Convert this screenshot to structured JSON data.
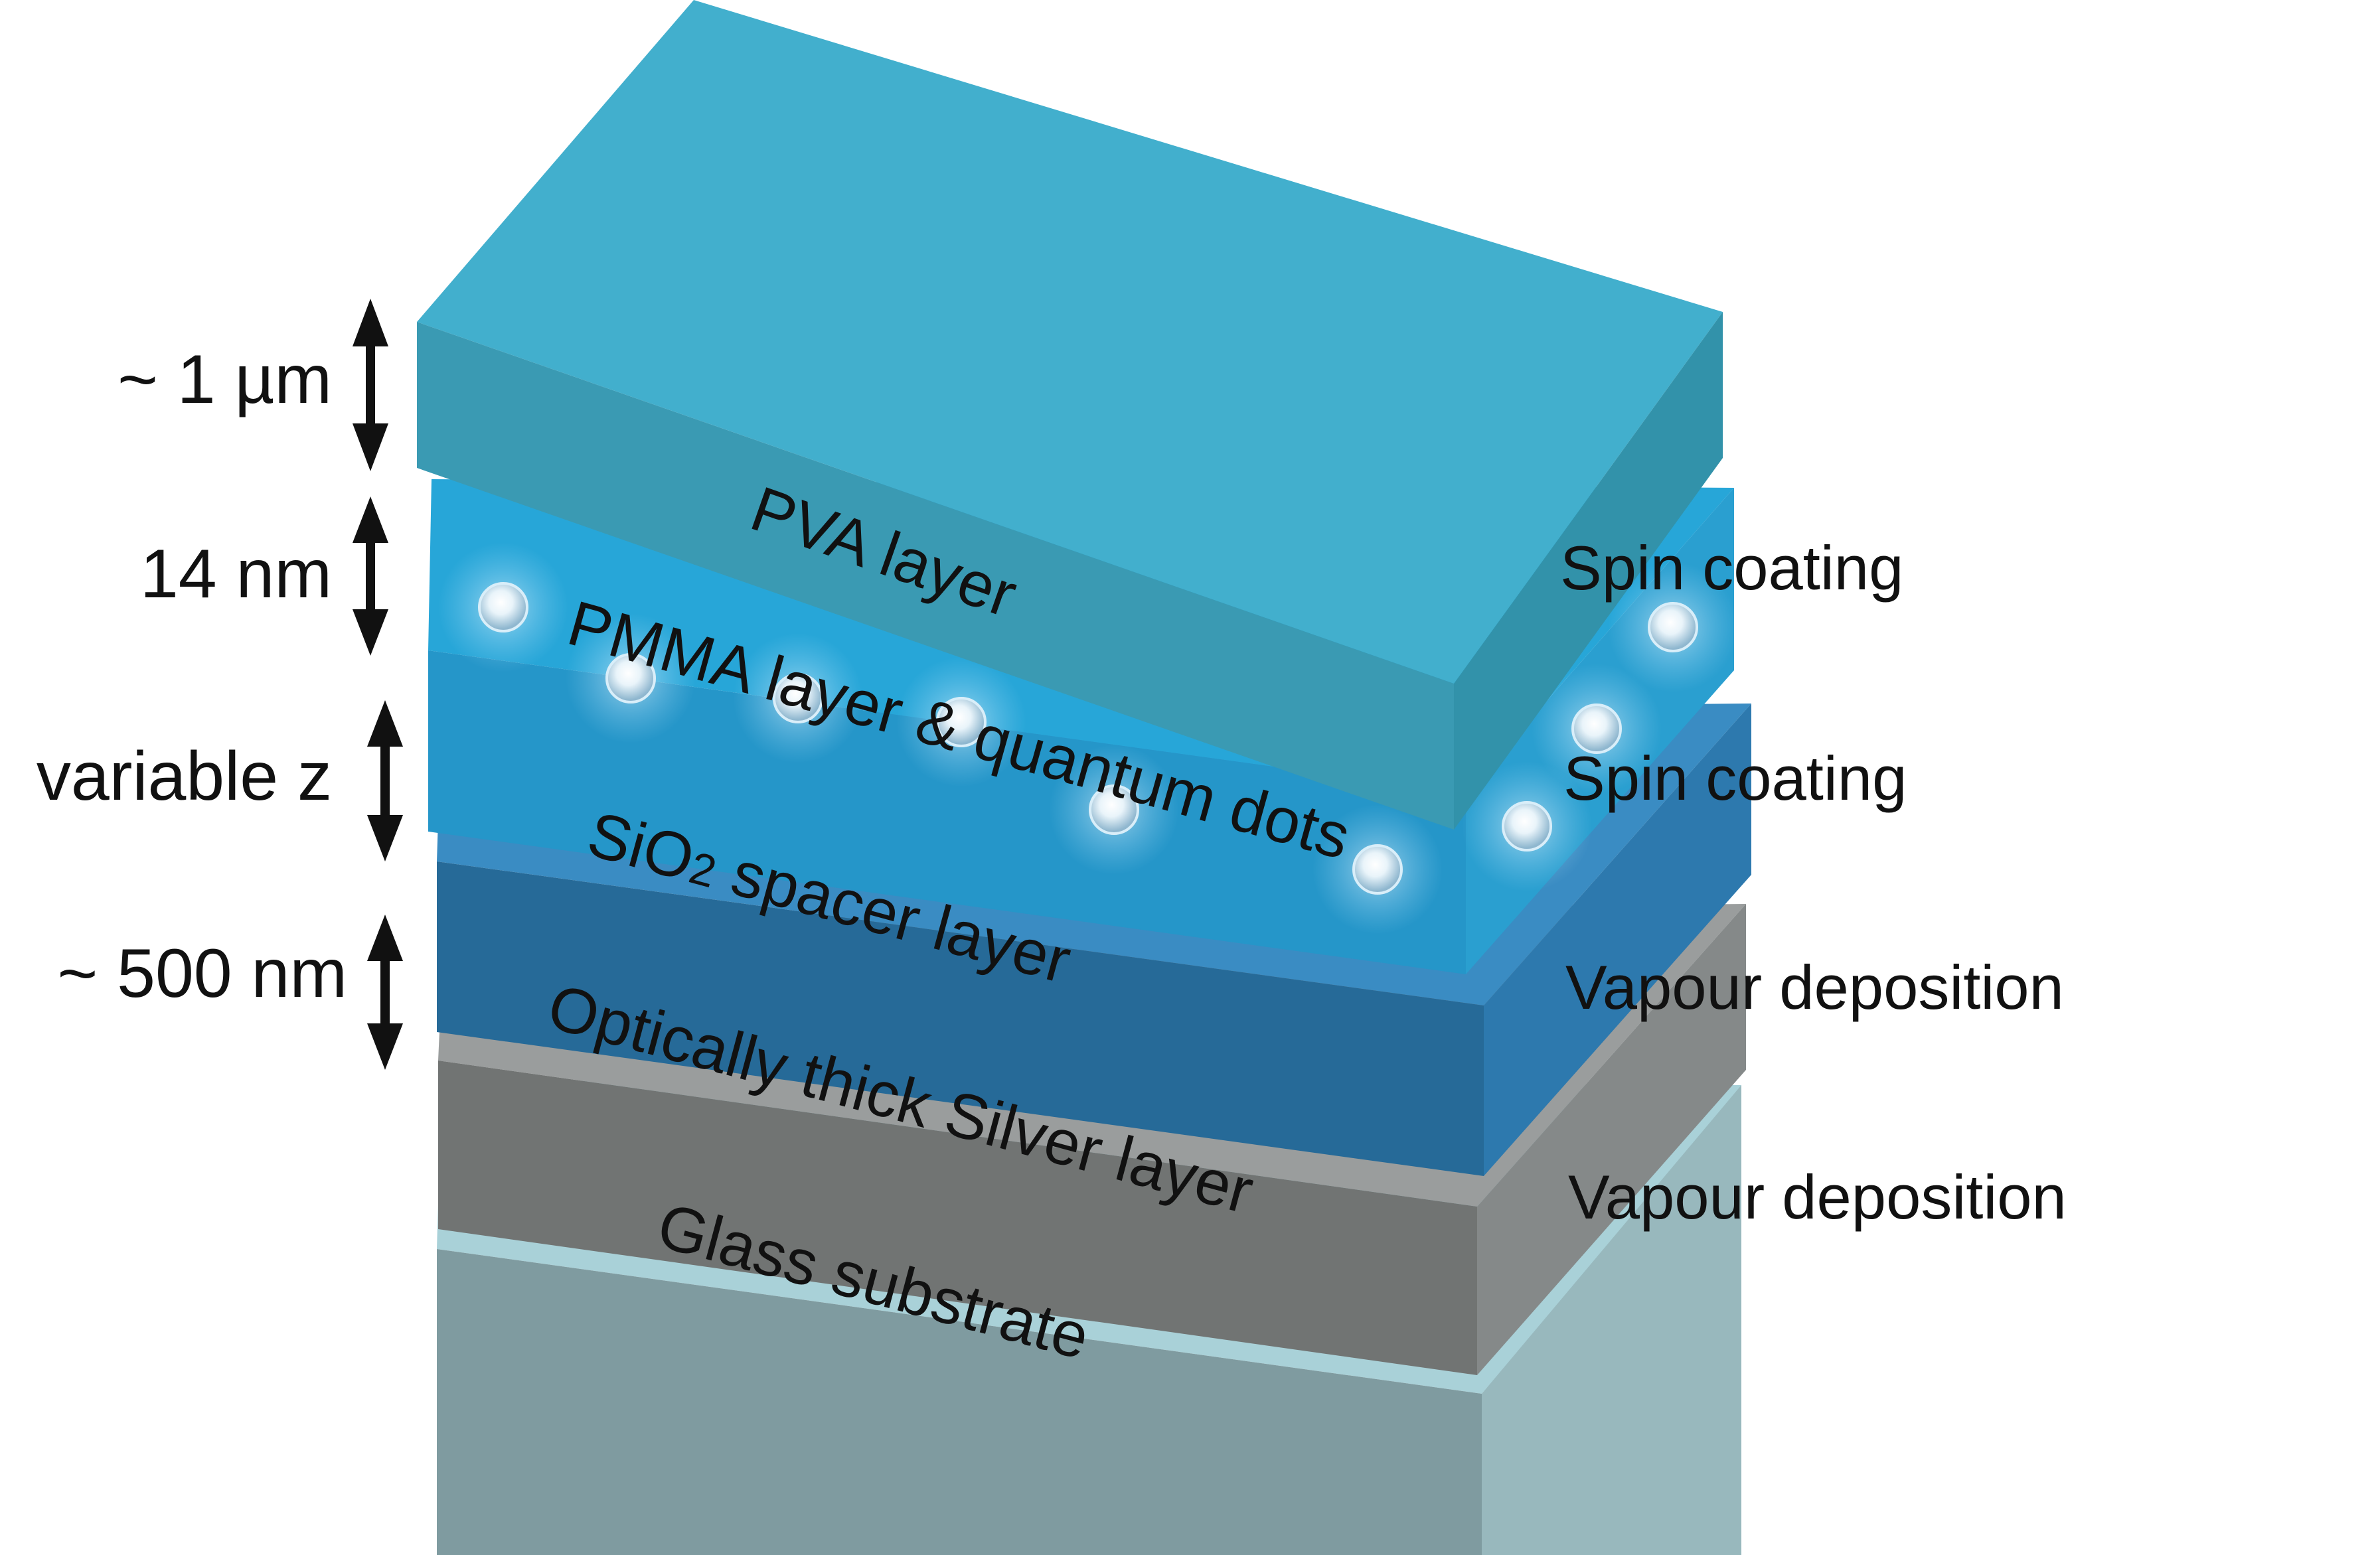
{
  "thickness_labels": {
    "pva": "~ 1 µm",
    "pmma": "14 nm",
    "spacer": "variable z",
    "silver": "~ 500 nm"
  },
  "layer_labels": {
    "pva": "PVA layer",
    "pmma": "PMMA layer & quantum dots",
    "spacer_prefix": "SiO",
    "spacer_subscript": "2",
    "spacer_suffix": " spacer layer",
    "silver": "Optically thick Silver layer",
    "glass": "Glass substrate"
  },
  "process_labels": {
    "pva": "Spin coating",
    "pmma": "Spin coating",
    "spacer": "Vapour deposition",
    "silver": "Vapour deposition"
  },
  "colors": {
    "pva_top": "#42afcd",
    "pva_front": "#3a9ab3",
    "pva_side": "#3292aa",
    "pmma_top": "#27a6d8",
    "pmma_front": "#2596c9",
    "pmma_side": "#2a9fd0",
    "spacer_top": "#3a8cc3",
    "spacer_front": "#266a98",
    "spacer_side": "#2d79ae",
    "silver_top": "#9a9d9d",
    "silver_front": "#717473",
    "silver_side": "#858989",
    "glass_top": "#a9d1d8",
    "glass_front": "#7f9ba0",
    "glass_side": "#98b8bd",
    "arrow": "#111111"
  }
}
